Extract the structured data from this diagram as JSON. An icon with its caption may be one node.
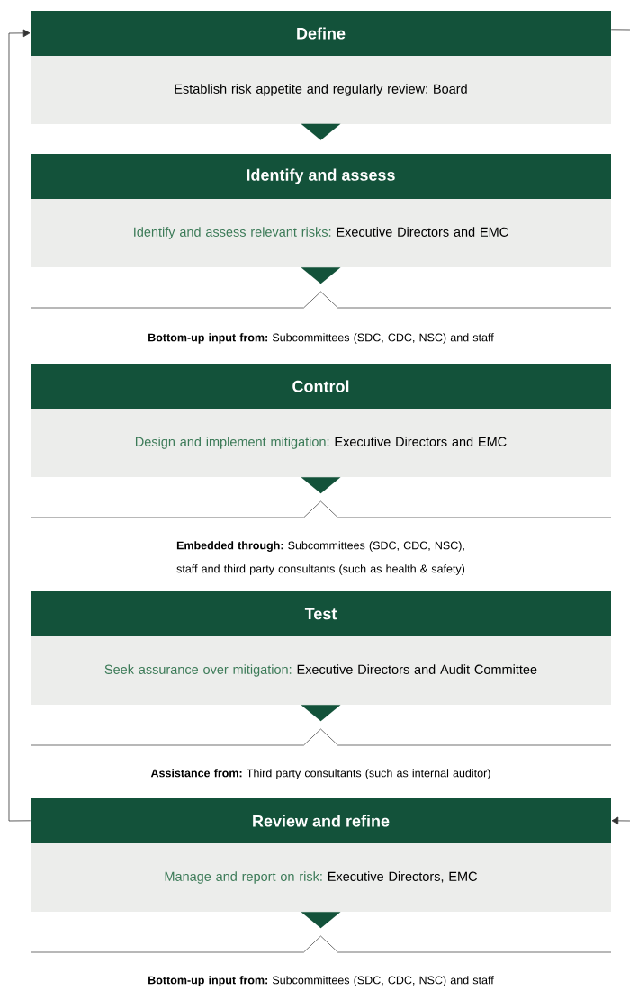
{
  "diagram": {
    "nodes": [
      {
        "text": [
          "Define",
          "Establish risk appetite and regularly review: Board"
        ]
      },
      {
        "text": [
          "Identify and assess",
          "Identify and assess relevant risks:",
          "Executive Directors and EMC"
        ]
      },
      {
        "text": [
          "Control",
          "Design and implement mitigation:",
          "Executive Directors and EMC"
        ]
      },
      {
        "text": [
          "Test",
          "Seek assurance over mitigation:",
          "Executive Directors and Audit Committee"
        ]
      },
      {
        "text": [
          "Review and refine",
          "Manage and report on risk:",
          "Executive Directors, EMC"
        ]
      }
    ],
    "edges": [
      {
        "from": 0,
        "to": 1,
        "arrow": "to"
      },
      {
        "from": 1,
        "to": null,
        "arrow": "to"
      },
      {
        "from": 2,
        "to": null,
        "arrow": "to"
      },
      {
        "from": 3,
        "to": null,
        "arrow": "to"
      },
      {
        "from": 4,
        "to": null,
        "arrow": "to"
      },
      {
        "from": 4,
        "to": 0,
        "arrow": "to"
      },
      {
        "from": 0,
        "to": null,
        "arrow": "none"
      },
      {
        "from": null,
        "to": 4,
        "arrow": "to"
      }
    ],
    "labels": [
      "**Bottom-up input from:** Subcommittees (SDC, CDC, NSC) and staff",
      "**Embedded through:** Subcommittees (SDC, CDC, NSC), staff and third party consultants (such as health & safety)",
      "**Assistance from:** Third party consultants (such as internal auditor)",
      "**Bottom-up input from:** Subcommittees (SDC, CDC, NSC) and staff"
    ]
  }
}
